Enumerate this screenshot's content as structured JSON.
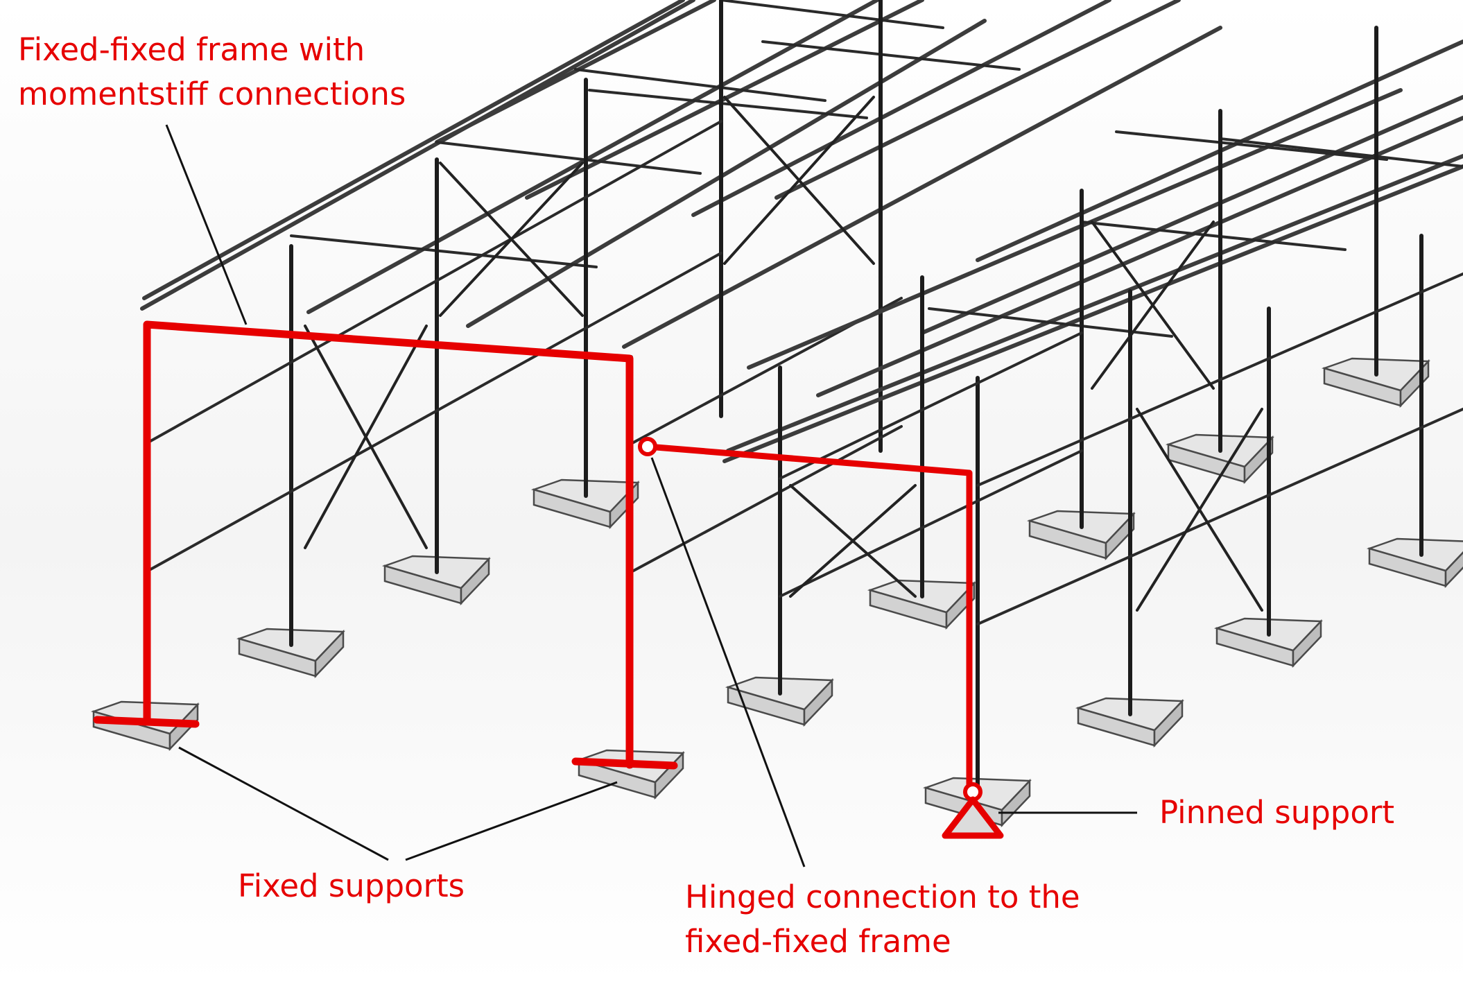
{
  "labels": {
    "moment_frame": [
      "Fixed-fixed frame with",
      "momentstiff connections"
    ],
    "fixed_supports": "Fixed supports",
    "hinged_connection": [
      "Hinged connection to the",
      "fixed-fixed frame"
    ],
    "pinned_support": "Pinned support"
  },
  "colors": {
    "annotation": "#e60000",
    "steel": "#1c1c1c",
    "concrete": "#d8d8d8",
    "background": "#ffffff"
  }
}
